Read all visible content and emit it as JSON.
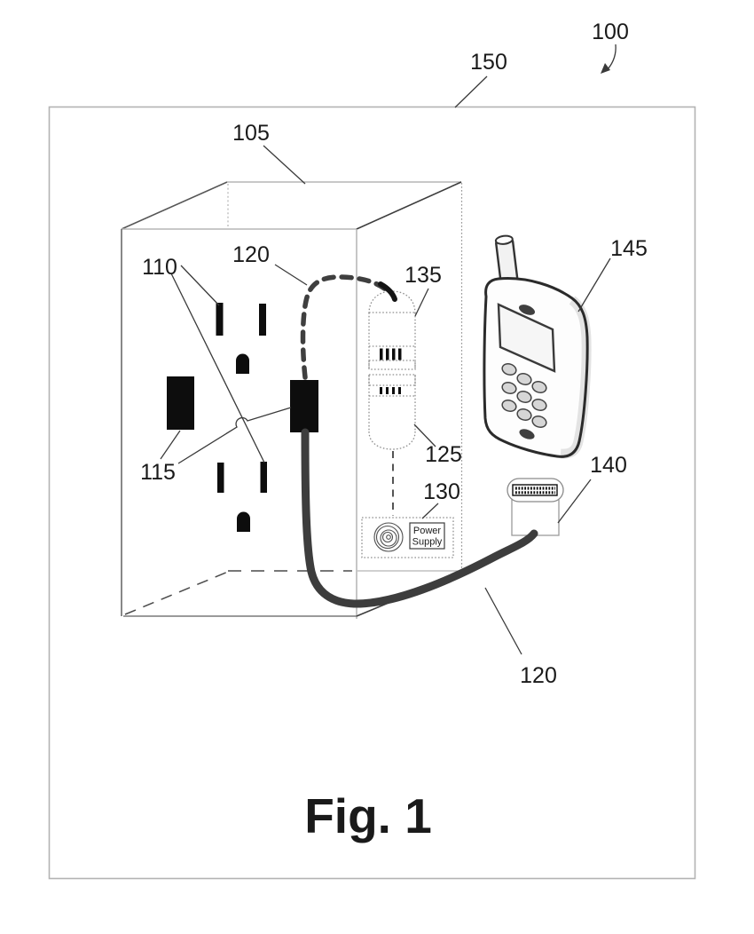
{
  "figure": {
    "caption": "Fig. 1"
  },
  "labels": {
    "assembly": "100",
    "boundary": "150",
    "enclosure": "105",
    "outlet_slots": "110",
    "plug_modules": "115",
    "cord_top": "120",
    "cord_bottom": "120",
    "lower_capsule": "125",
    "power_supply": "130",
    "upper_capsule": "135",
    "connector": "140",
    "phone": "145"
  },
  "power_supply": {
    "line1": "Power",
    "line2": "Supply"
  },
  "colors": {
    "ink": "#1a1a1a",
    "line_dark": "#3d3d3d",
    "line_light": "#b0b0b0",
    "cord": "#3f3f3f",
    "fill_black": "#0d0d0d",
    "page_bg": "#ffffff"
  }
}
